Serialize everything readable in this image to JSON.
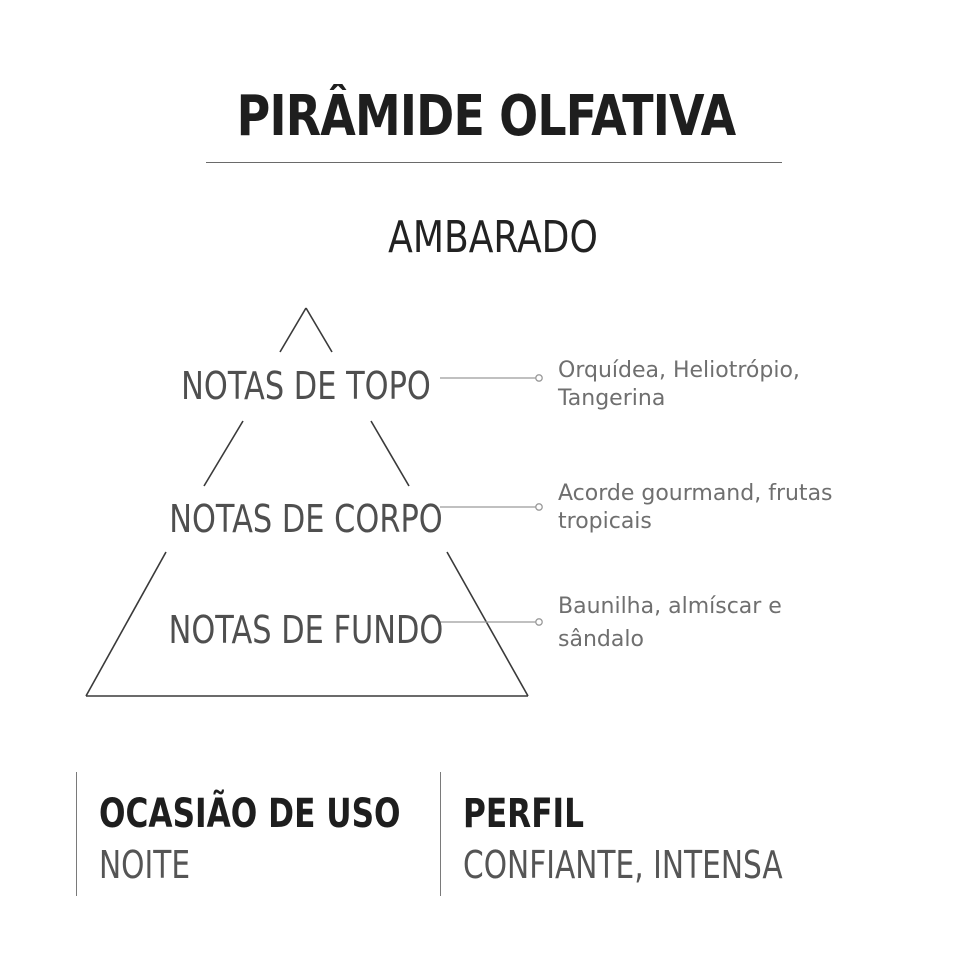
{
  "header": {
    "title": "PIRÂMIDE OLFATIVA",
    "family": "AMBARADO"
  },
  "pyramid": {
    "layers": [
      {
        "label": "NOTAS DE TOPO",
        "notes": [
          "Orquídea, Heliotrópio,",
          "Tangerina"
        ]
      },
      {
        "label": "NOTAS DE CORPO",
        "notes": [
          "Acorde gourmand, frutas",
          "tropicais"
        ]
      },
      {
        "label": "NOTAS DE FUNDO",
        "notes": [
          "Baunilha, almíscar e",
          "sândalo"
        ]
      }
    ]
  },
  "info": {
    "occasion": {
      "title": "OCASIÃO DE USO",
      "value": "NOITE"
    },
    "profile": {
      "title": "PERFIL",
      "value": "CONFIANTE, INTENSA"
    }
  },
  "colors": {
    "title": "#1e1e1e",
    "label": "#4f4f4f",
    "notes": "#6f6f6f",
    "lines": "#3a3a3a"
  }
}
